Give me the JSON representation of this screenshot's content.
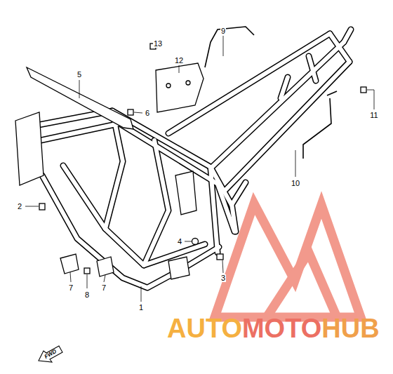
{
  "diagram": {
    "labels": [
      "13",
      "9",
      "5",
      "12",
      "6",
      "11",
      "2",
      "10",
      "4",
      "3",
      "7",
      "8",
      "7",
      "1",
      "FWD",
      "AUTO",
      "MOTO",
      "HUB"
    ]
  }
}
